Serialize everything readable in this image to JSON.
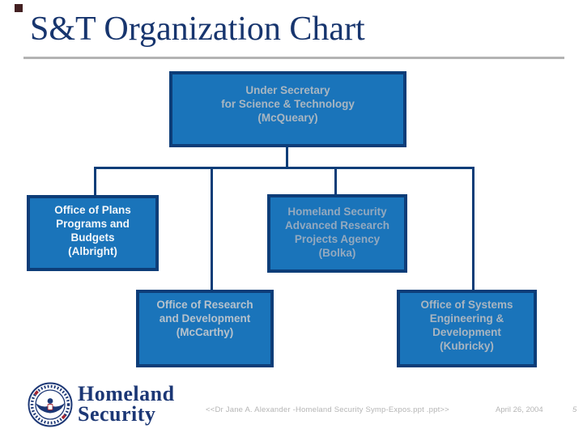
{
  "palette": {
    "box_fill": "#1a74ba",
    "box_border": "#0d3d78",
    "connector": "#0d3d78",
    "title_color": "#17356e",
    "wordmark_color": "#1c3775",
    "footer_text_color": "#b5b5b5",
    "divider_color": "#b3b3b3",
    "accent_square": "#432022",
    "seal_red": "#a32532"
  },
  "title": "S&T Organization Chart",
  "org_chart": {
    "under_secretary": {
      "label": "Under Secretary\nfor Science & Technology\n(McQueary)",
      "text_color": "#a9b6c1"
    },
    "plans": {
      "label": "Office of Plans\nPrograms and\nBudgets\n(Albright)",
      "text_color": "#f2f6f9"
    },
    "hsarpa": {
      "label": "Homeland Security\nAdvanced Research\nProjects Agency\n(Bolka)",
      "text_color": "#93a9bf"
    },
    "research": {
      "label": "Office of Research\nand Development\n(McCarthy)",
      "text_color": "#b6c2cc"
    },
    "systems": {
      "label": "Office of Systems\nEngineering &\nDevelopment\n(Kubricky)",
      "text_color": "#a9b5c0"
    }
  },
  "footer": {
    "logo": {
      "line1": "Homeland",
      "line2": "Security",
      "seal_icon": "dhs-seal"
    },
    "citation": "<<Dr Jane A. Alexander -Homeland Security Symp-Expos.ppt .ppt>>",
    "date": "April 26, 2004",
    "page_number": "5"
  }
}
